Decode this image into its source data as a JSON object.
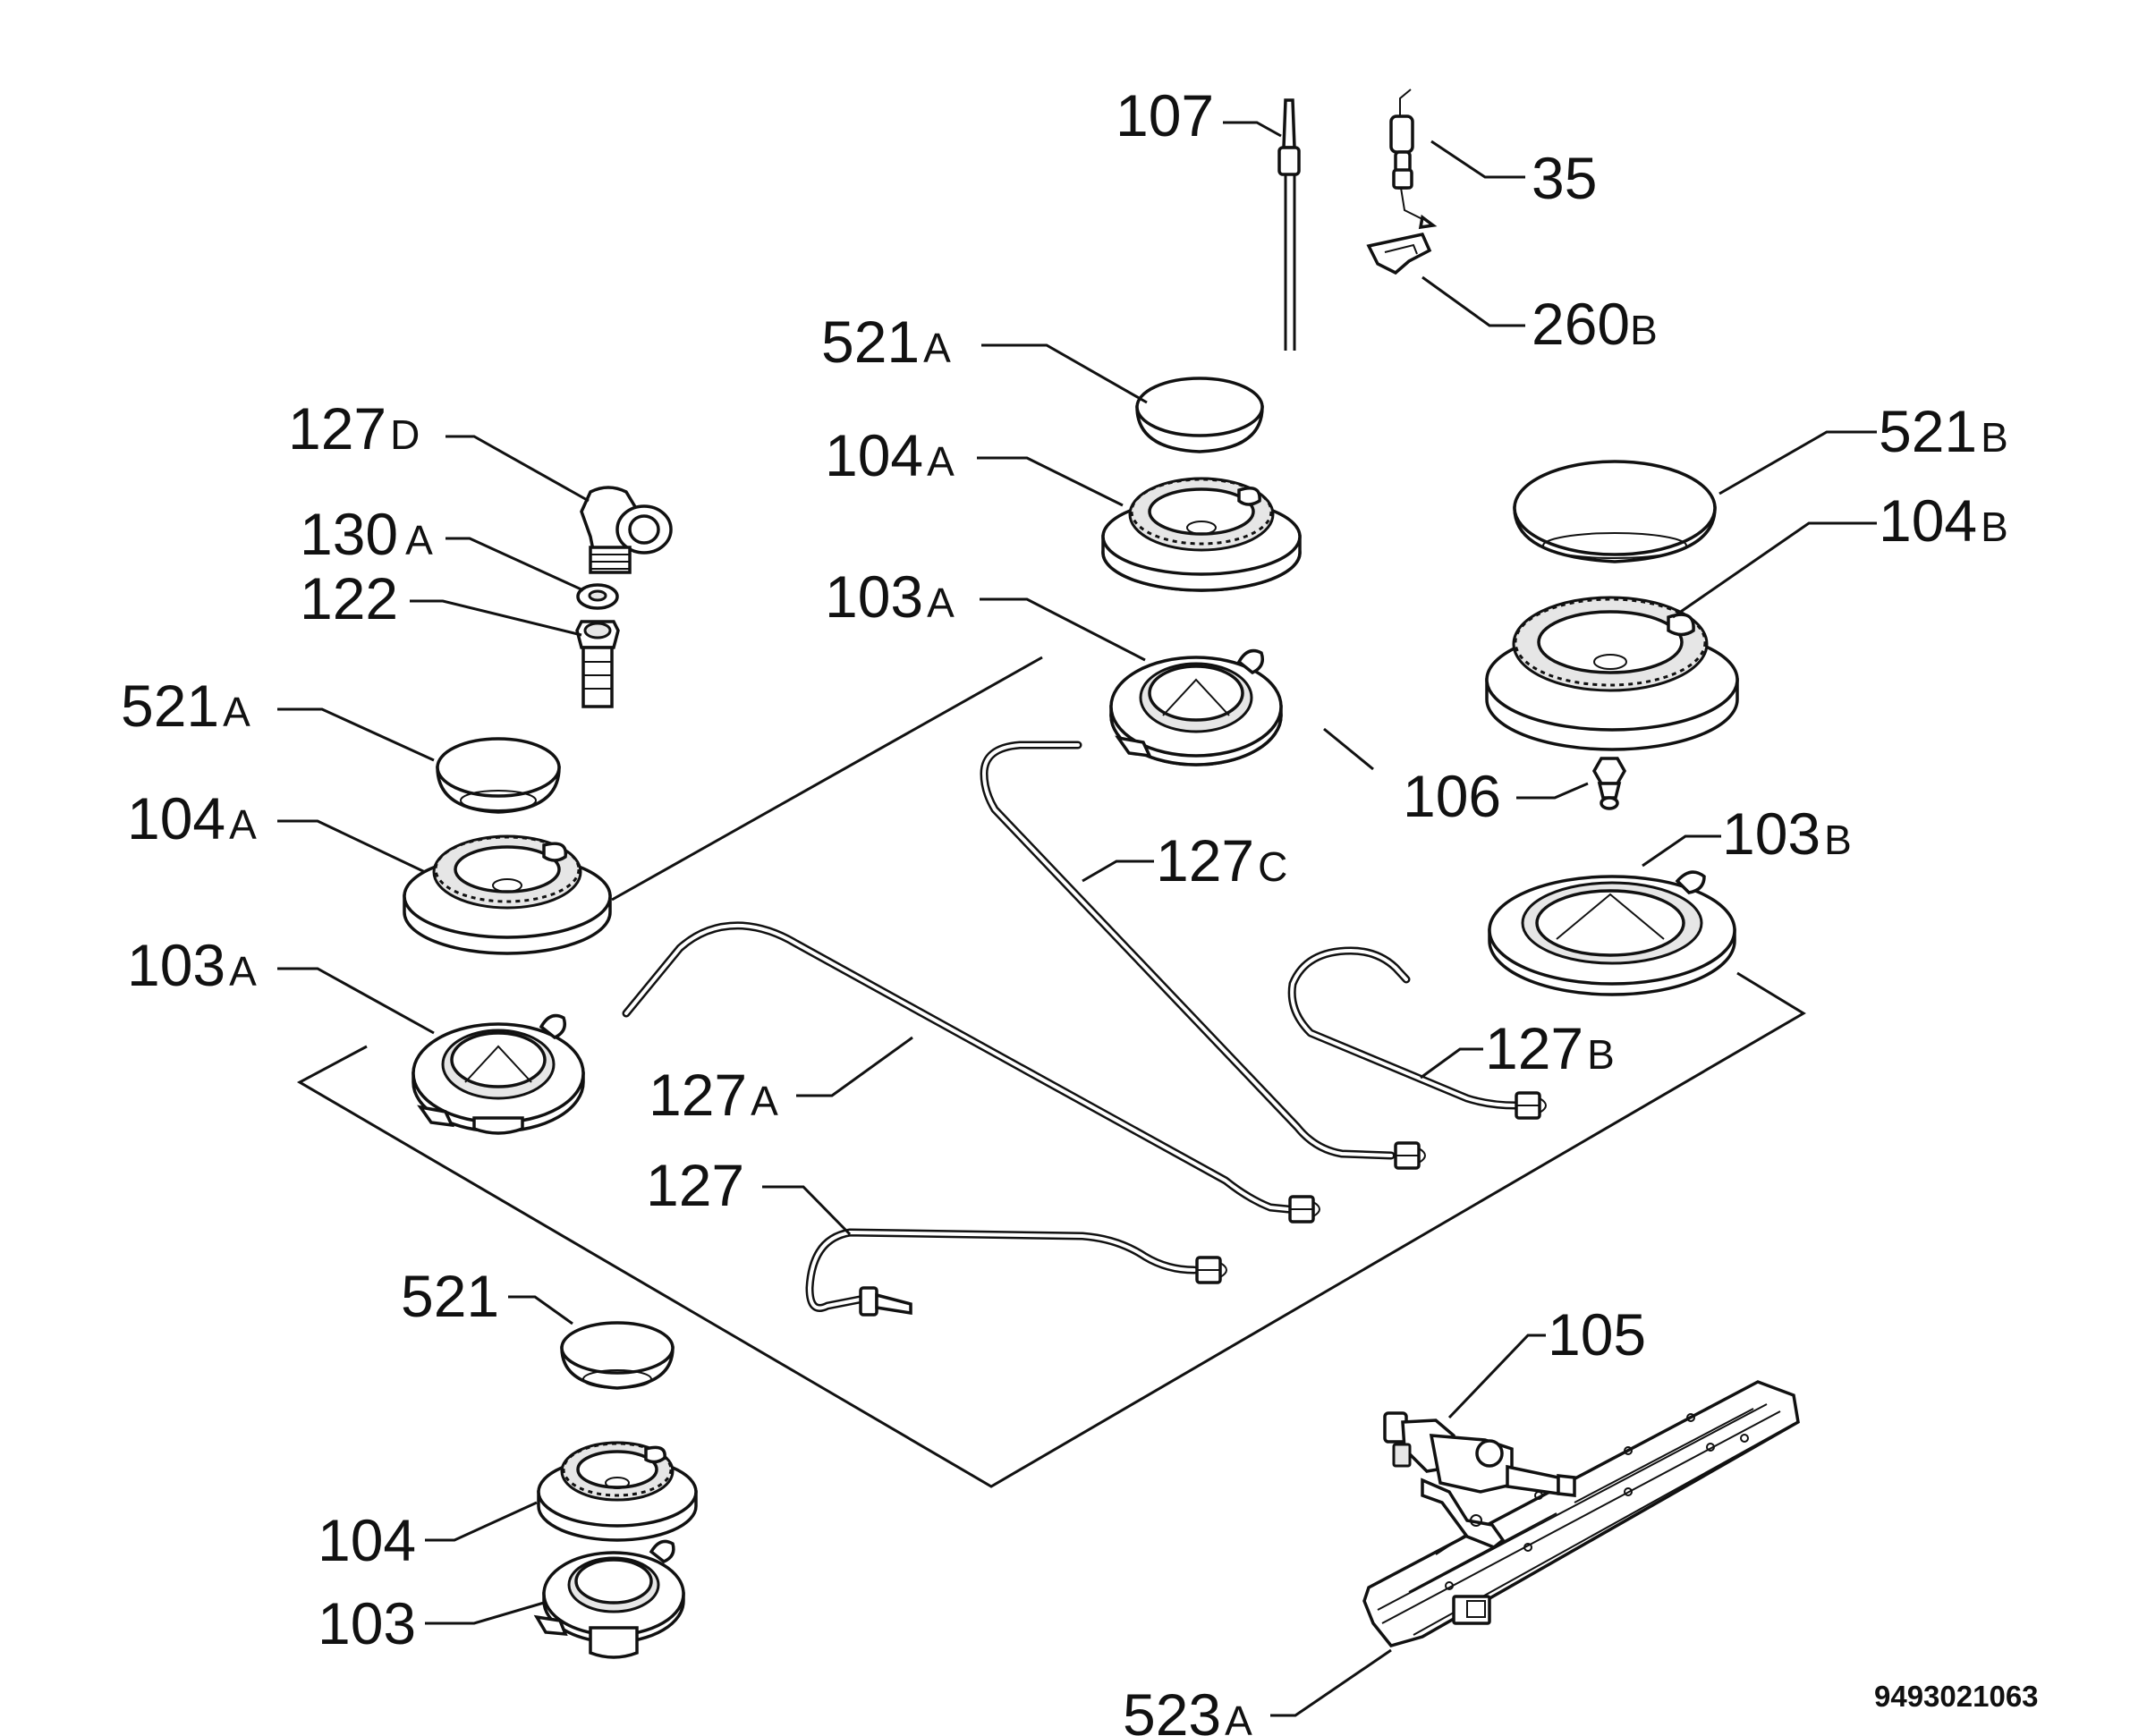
{
  "labels": {
    "l107": "107",
    "l35": "35",
    "l260b": "260",
    "l260b_s": "B",
    "l521a_top": "521",
    "l521a_top_s": "A",
    "l104a_top": "104",
    "l104a_top_s": "A",
    "l103a_top": "103",
    "l103a_top_s": "A",
    "l127d": "127",
    "l127d_s": "D",
    "l130a": "130",
    "l130a_s": "A",
    "l122": "122",
    "l521a_left": "521",
    "l521a_left_s": "A",
    "l104a_left": "104",
    "l104a_left_s": "A",
    "l103a_left": "103",
    "l103a_left_s": "A",
    "l521b": "521",
    "l521b_s": "B",
    "l104b": "104",
    "l104b_s": "B",
    "l106": "106",
    "l103b": "103",
    "l103b_s": "B",
    "l127c": "127",
    "l127c_s": "C",
    "l127b": "127",
    "l127b_s": "B",
    "l127a": "127",
    "l127a_s": "A",
    "l127": "127",
    "l521": "521",
    "l104": "104",
    "l103": "103",
    "l105": "105",
    "l523a": "523",
    "l523a_s": "A"
  },
  "diagram_code": "9493021063"
}
